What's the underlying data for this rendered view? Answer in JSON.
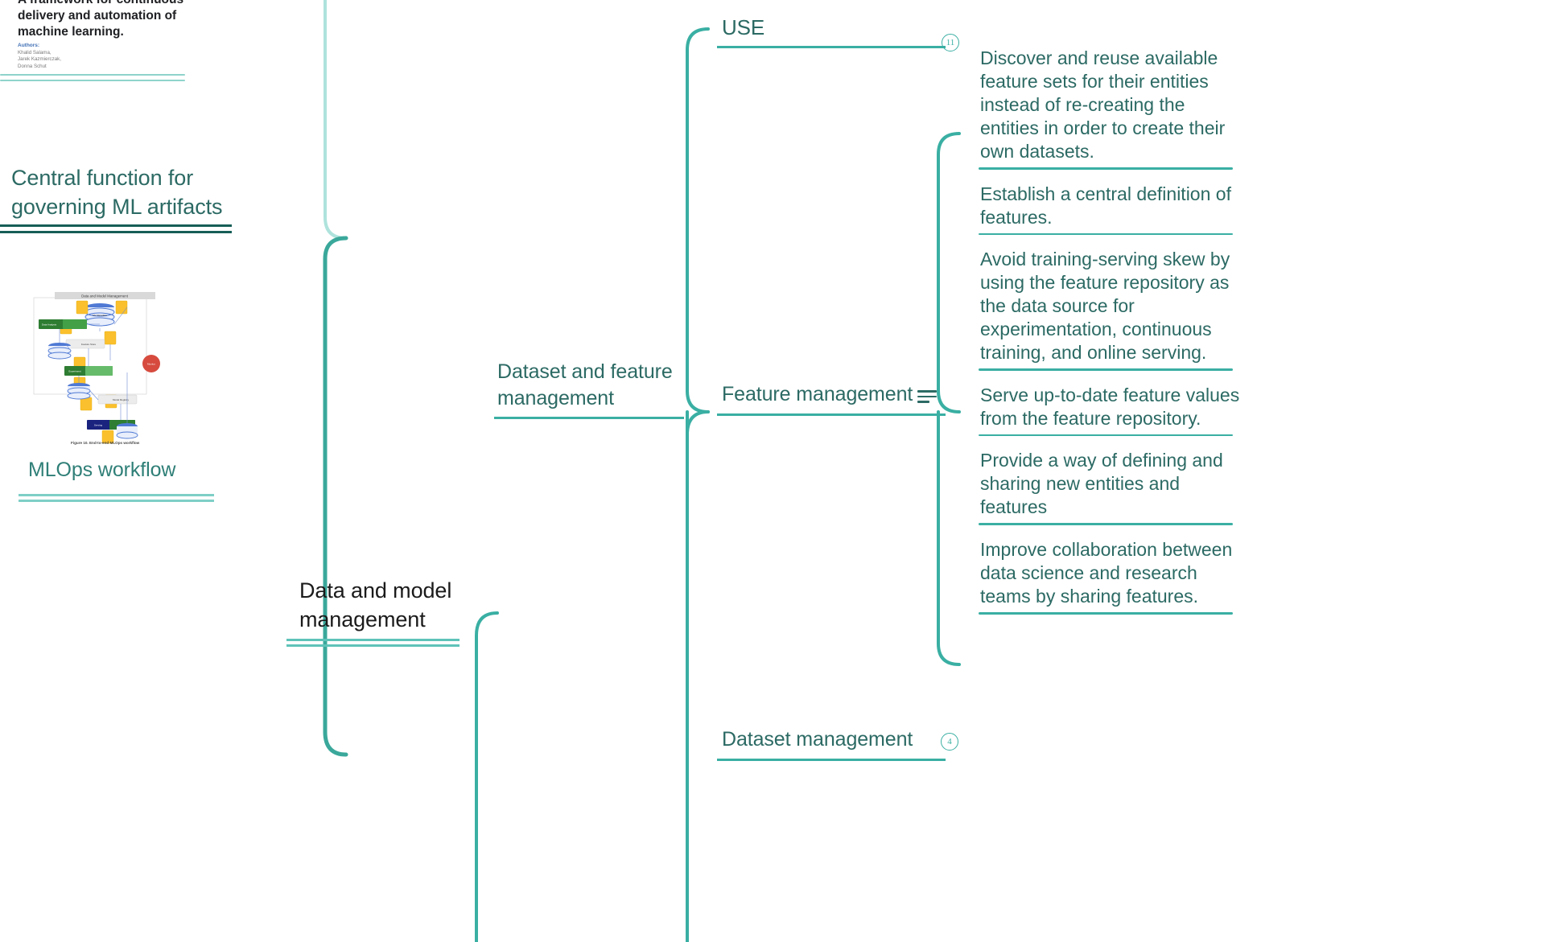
{
  "theme": {
    "accent": "#3aafa3",
    "accent_dark": "#165e57",
    "text_teal": "#2c6a64",
    "text_dark": "#1b1b1b",
    "accent_light": "#8fd3cb",
    "background": "#ffffff"
  },
  "document_thumbnail": {
    "name": "mlops-whitepaper-thumbnail",
    "heading": "A framework for continuous\ndelivery and automation of\nmachine learning.",
    "authors_label": "Authors:",
    "authors": "Khalid Salama,\nJarek Kazmierczak,\nDonna Schut"
  },
  "central_node": {
    "label": "Central function for\ngoverning ML artifacts"
  },
  "mlops_image": {
    "caption": "MLOps workflow",
    "figure_caption": "Figure 10. End-to-end MLOps workflow",
    "diagram_title": "Data and Model Management"
  },
  "branches": {
    "data_and_model_management": {
      "label": "Data and model\nmanagement"
    },
    "dataset_and_feature_management": {
      "label": "Dataset and feature\nmanagement"
    },
    "use": {
      "label": "USE",
      "badge": "11"
    },
    "feature_management": {
      "label": "Feature management",
      "icon": "note-lines-icon"
    },
    "dataset_management": {
      "label": "Dataset management",
      "badge": "4"
    }
  },
  "feature_management_items": [
    {
      "text": "Discover and reuse available feature sets for their entities instead of re-creating the entities in order to create their own datasets."
    },
    {
      "text": "Establish a central definition of features."
    },
    {
      "text": "Avoid training-serving skew by using the feature repository as the data source for experimentation, continuous training, and online serving."
    },
    {
      "text": "Serve up-to-date feature values from the feature repository."
    },
    {
      "text": "Provide a way of defining and sharing new entities and features"
    },
    {
      "text": "Improve collaboration between data science and research teams by sharing features."
    }
  ]
}
